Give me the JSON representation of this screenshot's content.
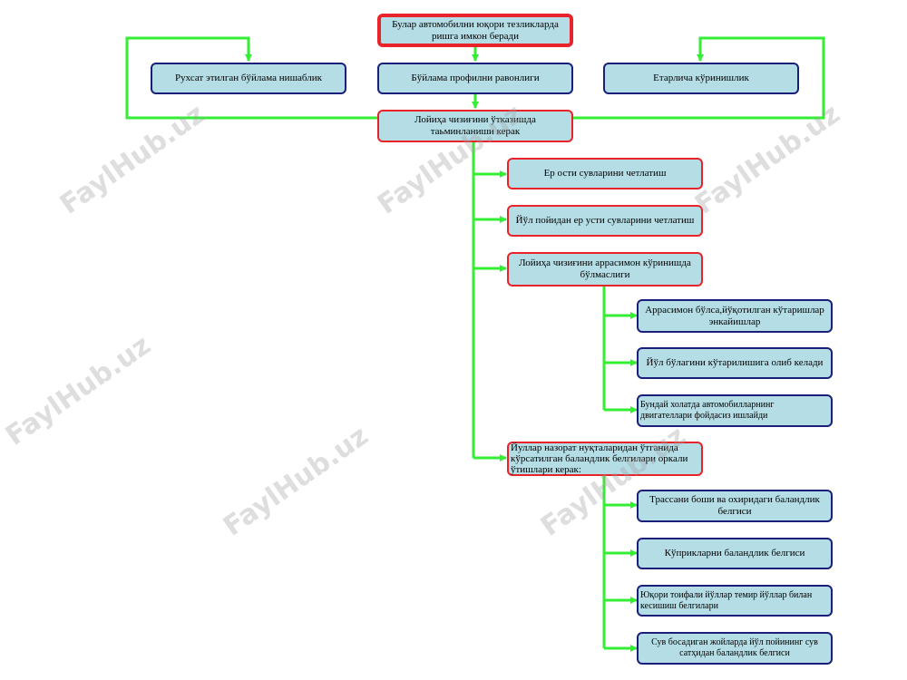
{
  "nodes": {
    "root": "Булар автомобилни юқори тезликларда ришга имкон беради",
    "permitted_slope": "Рухсат этилган бўйлама нишаблик",
    "profile_smoothness": "Бўйлама профилни равонлиги",
    "sufficient_visibility": "Етарлича кўринишлик",
    "design_line": "Лойиҳа чизиғини ўтказишда таьминланиши керак",
    "groundwater": "Ер ости сувларини четлатиш",
    "surface_water": "Йўл пойидан ер усти сувларини четлатиш",
    "not_saw_shaped": "Лойиҳа чизиғини аррасимон кўринишда бўлмаслиги",
    "saw_shaped_effects": "Аррасимон бўлса,йўқотилган кўтаришлар энкайишлар",
    "road_lengthens": "Йўл бўлагини кўтарилишига олиб келади",
    "engines_idle": "Бундай холатда автомобилларнинг двигателлари фойдасиз ишлайди",
    "control_points": "Йуллар назорат нуқталаридан ўтганида кўрсатилган баландлик белгилари оркали ўтишлари керак:",
    "route_marks": "Трассани боши ва охиридаги баландлик белгиси",
    "bridge_marks": "Кўприкларни баландлик белгиси",
    "rail_crossing": "Юқори тоифали йўллар темир йўллар билан кесишиш белгилари",
    "flood_marks": "Сув босадиган жойларда йўл пойининг сув сатҳидан баландлик белгиси"
  },
  "watermarks": [
    "FaylHub.uz",
    "FaylHub.uz",
    "FaylHub.uz",
    "FaylHub.uz",
    "FaylHub.uz",
    "FaylHub.uz"
  ],
  "colors": {
    "connector": "#33ee33",
    "box_fill": "#b4dde6",
    "red_border": "#e8242a",
    "navy_border": "#1a1f7a"
  }
}
